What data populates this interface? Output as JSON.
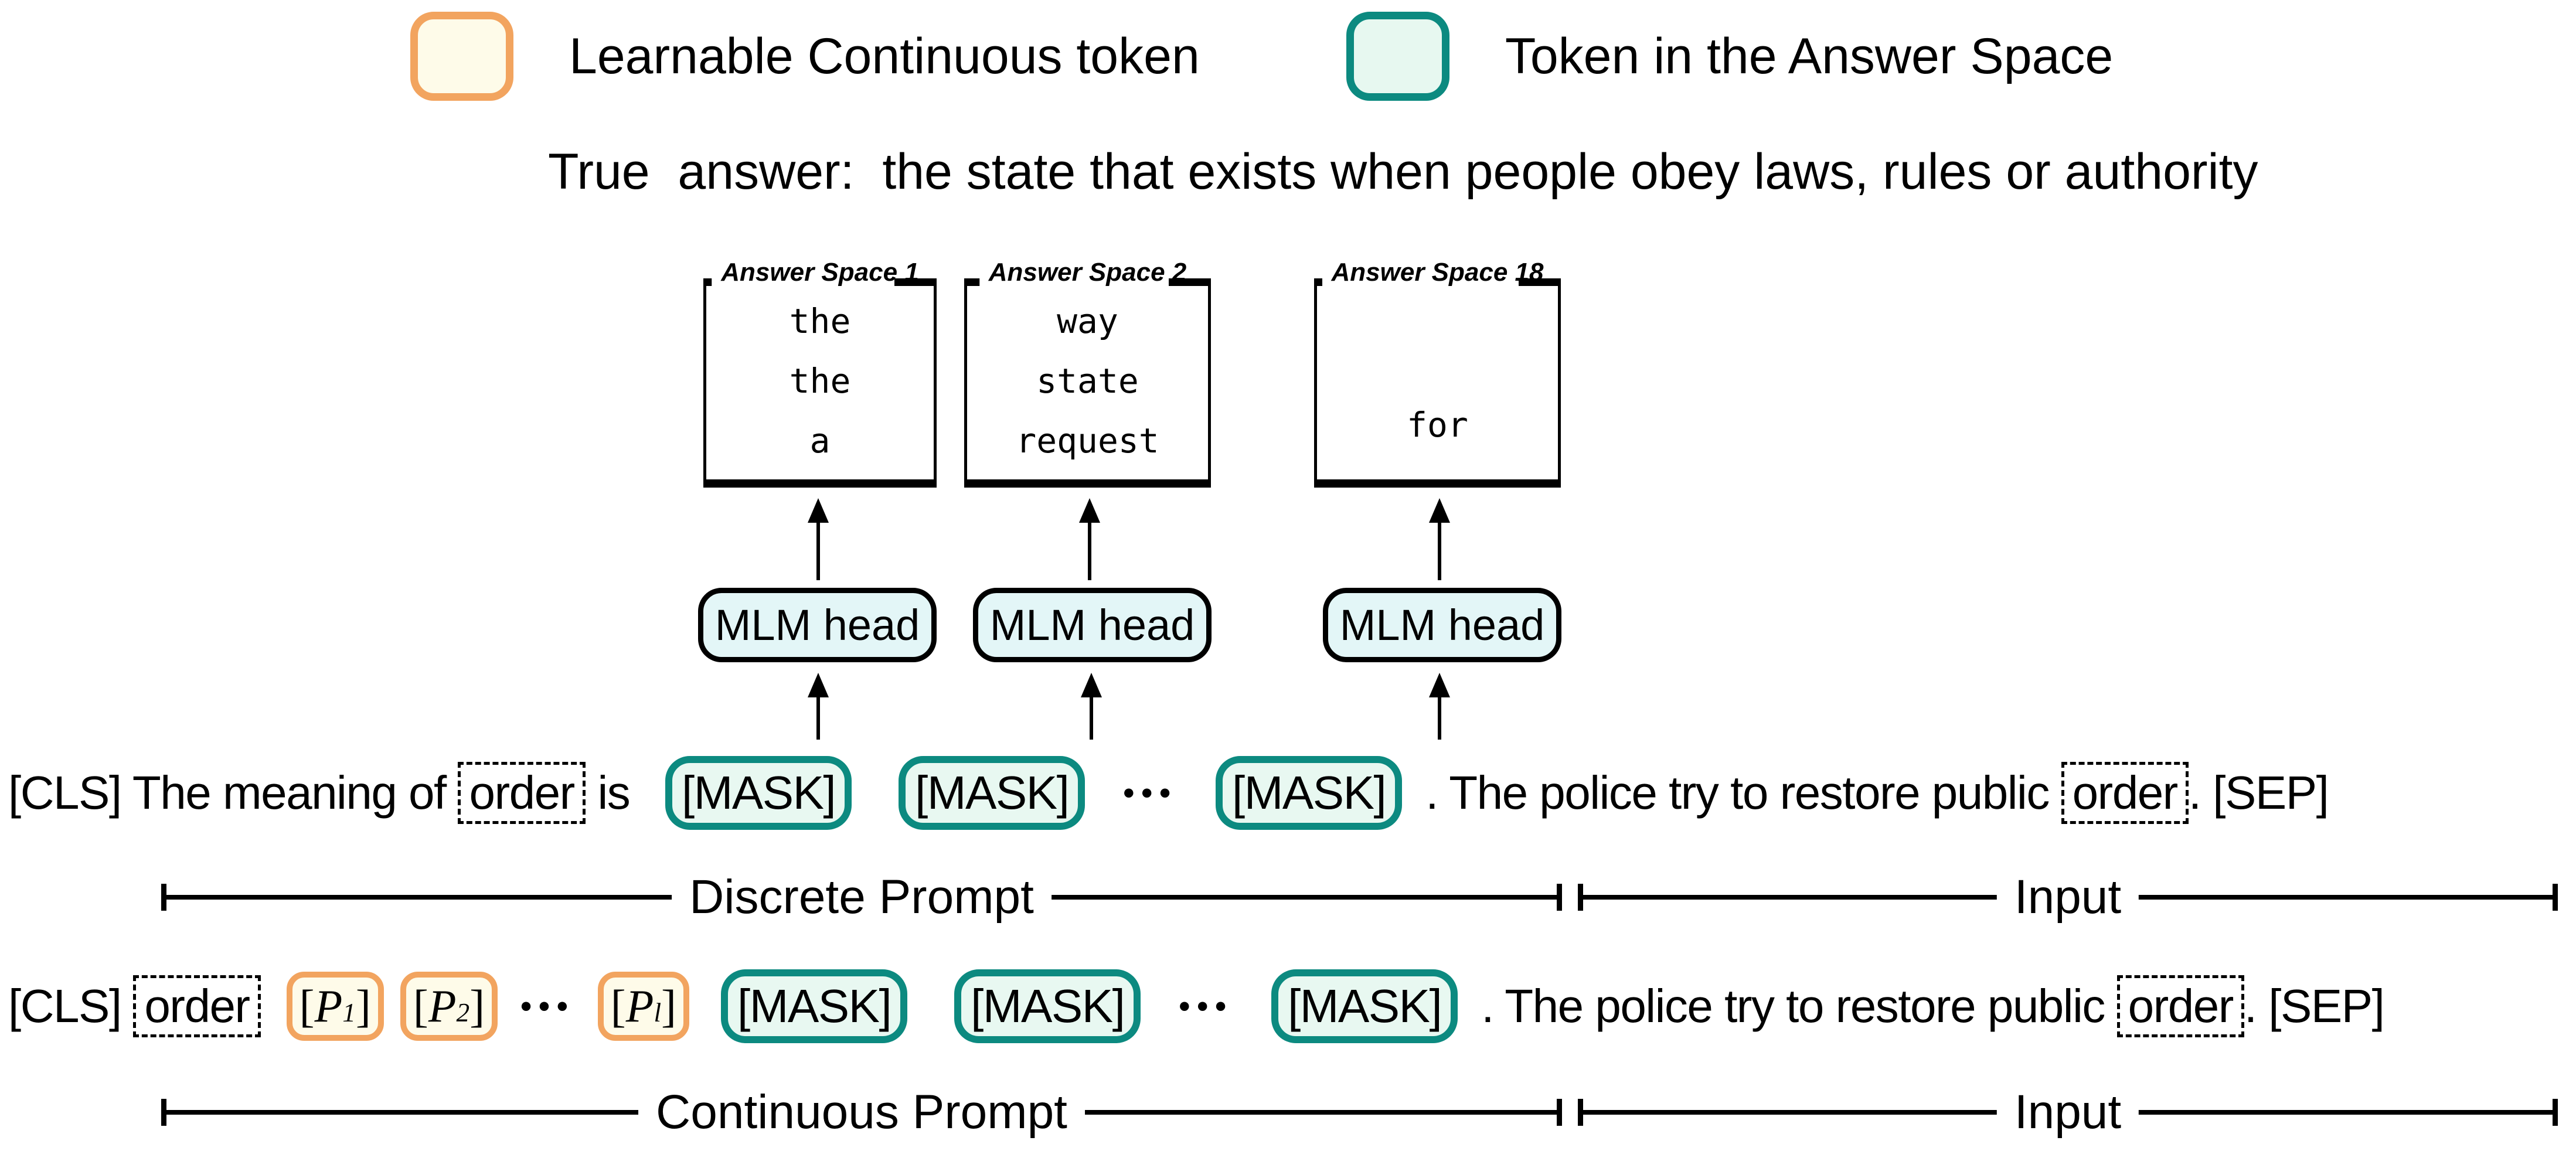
{
  "colors": {
    "continuous_border": "#F2A45F",
    "continuous_fill": "#FEFBE9",
    "answer_border": "#0C8A80",
    "answer_fill": "#E7F8F0",
    "mlm_fill": "#E3F6F7",
    "ink": "#000000"
  },
  "legend": {
    "continuous_label": "Learnable Continuous token",
    "answer_label": "Token in the Answer Space"
  },
  "true_answer": "True  answer:  the state that exists when people obey laws, rules or authority",
  "answer_spaces": [
    {
      "title": "Answer Space 1",
      "tokens": [
        "the",
        "the",
        "a"
      ]
    },
    {
      "title": "Answer Space 2",
      "tokens": [
        "way",
        "state",
        "request"
      ]
    },
    {
      "title": "Answer Space 18",
      "tokens": [
        "for"
      ]
    }
  ],
  "mlm_head_label": "MLM head",
  "ellipsis": "•••",
  "tokens": {
    "mask": "[MASK]",
    "order": "order"
  },
  "row1": {
    "seg_prefix": "[CLS] The meaning of ",
    "seg_is": " is ",
    "seg_input": ". The police try to restore public ",
    "seg_end": ". [SEP]"
  },
  "row2": {
    "seg_cls": "[CLS] ",
    "p_tokens": [
      {
        "open": "[",
        "base": "P",
        "sub": "1",
        "close": "]"
      },
      {
        "open": "[",
        "base": "P",
        "sub": "2",
        "close": "]"
      },
      {
        "open": "[",
        "base": "P",
        "sub": "l",
        "close": "]"
      }
    ],
    "seg_input": ". The police try to restore public ",
    "seg_end": ". [SEP]"
  },
  "brackets": {
    "discrete": "Discrete Prompt",
    "continuous": "Continuous Prompt",
    "input": "Input"
  }
}
